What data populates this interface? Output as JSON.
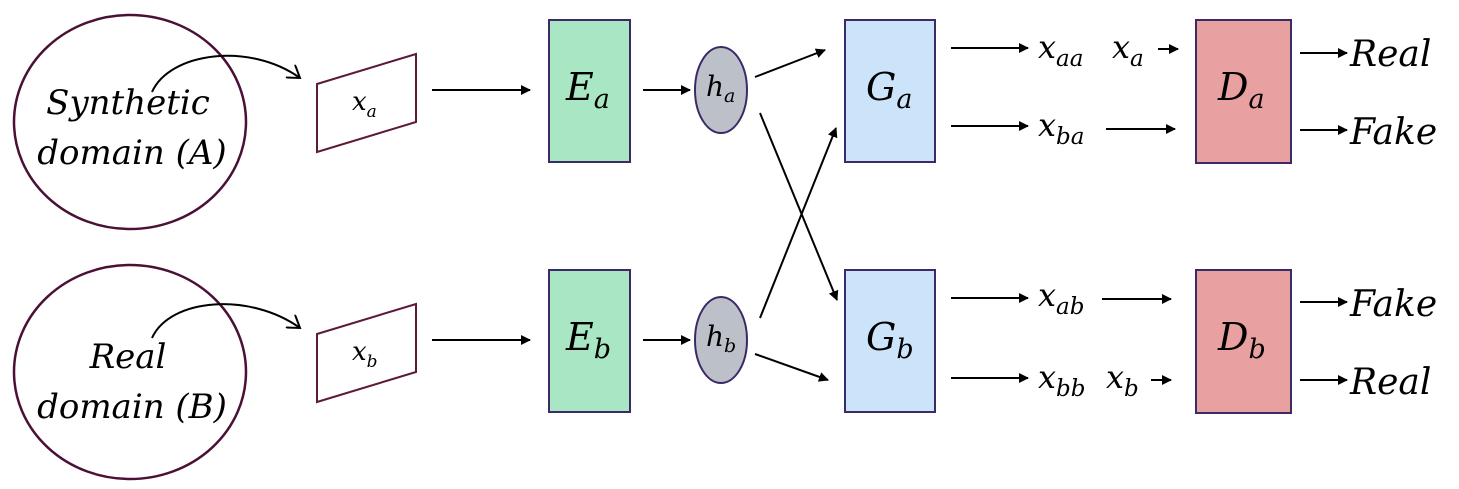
{
  "domains": {
    "synthetic": {
      "line1": "Synthetic",
      "line2": "domain (A)"
    },
    "real": {
      "line1": "Real",
      "line2": "domain (B)"
    }
  },
  "inputs": {
    "a": {
      "base": "x",
      "sub": "a"
    },
    "b": {
      "base": "x",
      "sub": "b"
    }
  },
  "encoders": {
    "a": {
      "base": "E",
      "sub": "a"
    },
    "b": {
      "base": "E",
      "sub": "b"
    }
  },
  "latents": {
    "a": {
      "base": "h",
      "sub": "a"
    },
    "b": {
      "base": "h",
      "sub": "b"
    }
  },
  "generators": {
    "a": {
      "base": "G",
      "sub": "a"
    },
    "b": {
      "base": "G",
      "sub": "b"
    }
  },
  "outputs": {
    "aa": {
      "base": "x",
      "sub": "aa"
    },
    "ba": {
      "base": "x",
      "sub": "ba"
    },
    "ab": {
      "base": "x",
      "sub": "ab"
    },
    "bb": {
      "base": "x",
      "sub": "bb"
    }
  },
  "real_samples": {
    "a": {
      "base": "x",
      "sub": "a"
    },
    "b": {
      "base": "x",
      "sub": "b"
    }
  },
  "discriminators": {
    "a": {
      "base": "D",
      "sub": "a"
    },
    "b": {
      "base": "D",
      "sub": "b"
    }
  },
  "verdicts": {
    "a_top": "Real",
    "a_bottom": "Fake",
    "b_top": "Fake",
    "b_bottom": "Real"
  },
  "colors": {
    "domain_circle_stroke": "#4a1035",
    "input_stroke": "#5c1a3a",
    "encoder_fill": "#a8e6c4",
    "latent_fill": "#bcc1c9",
    "generator_fill": "#cce4f9",
    "discriminator_fill": "#e8a0a0",
    "box_stroke": "#3b2a66"
  }
}
